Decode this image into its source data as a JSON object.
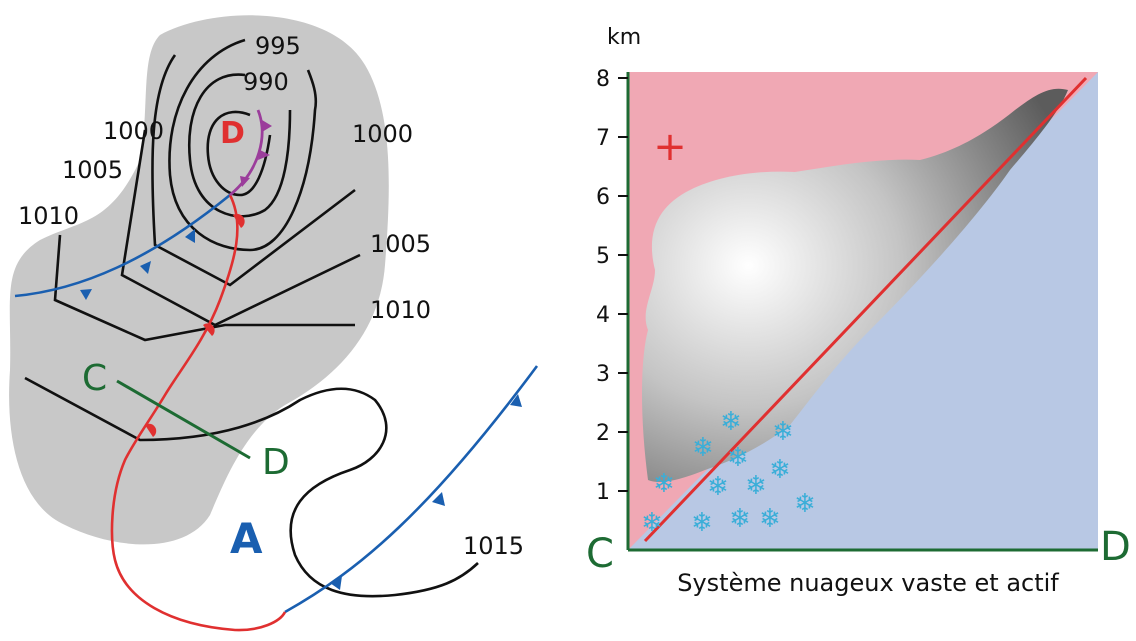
{
  "map": {
    "low_label": "D",
    "high_label": "A",
    "section_start": "C",
    "section_end": "D",
    "isobars": {
      "995": "995",
      "990": "990",
      "1000_left": "1000",
      "1000_right": "1000",
      "1005_left": "1005",
      "1005_right": "1005",
      "1010_left": "1010",
      "1010_right": "1010",
      "1015": "1015"
    }
  },
  "section": {
    "unit": "km",
    "y_ticks": [
      "1",
      "2",
      "3",
      "4",
      "5",
      "6",
      "7",
      "8"
    ],
    "plus_sign": "+",
    "left_letter": "C",
    "right_letter": "D",
    "caption": "Système nuageux vaste et actif"
  },
  "colors": {
    "cloud_area": "#c8c8c8",
    "warm_front": "#e03030",
    "cold_front": "#1a5fb0",
    "occluded_front": "#9b3d9b",
    "warm_air": "#f0a8b4",
    "cold_air": "#b8c8e4",
    "section_line": "#1d6b33",
    "snow": "#3aaed8"
  }
}
